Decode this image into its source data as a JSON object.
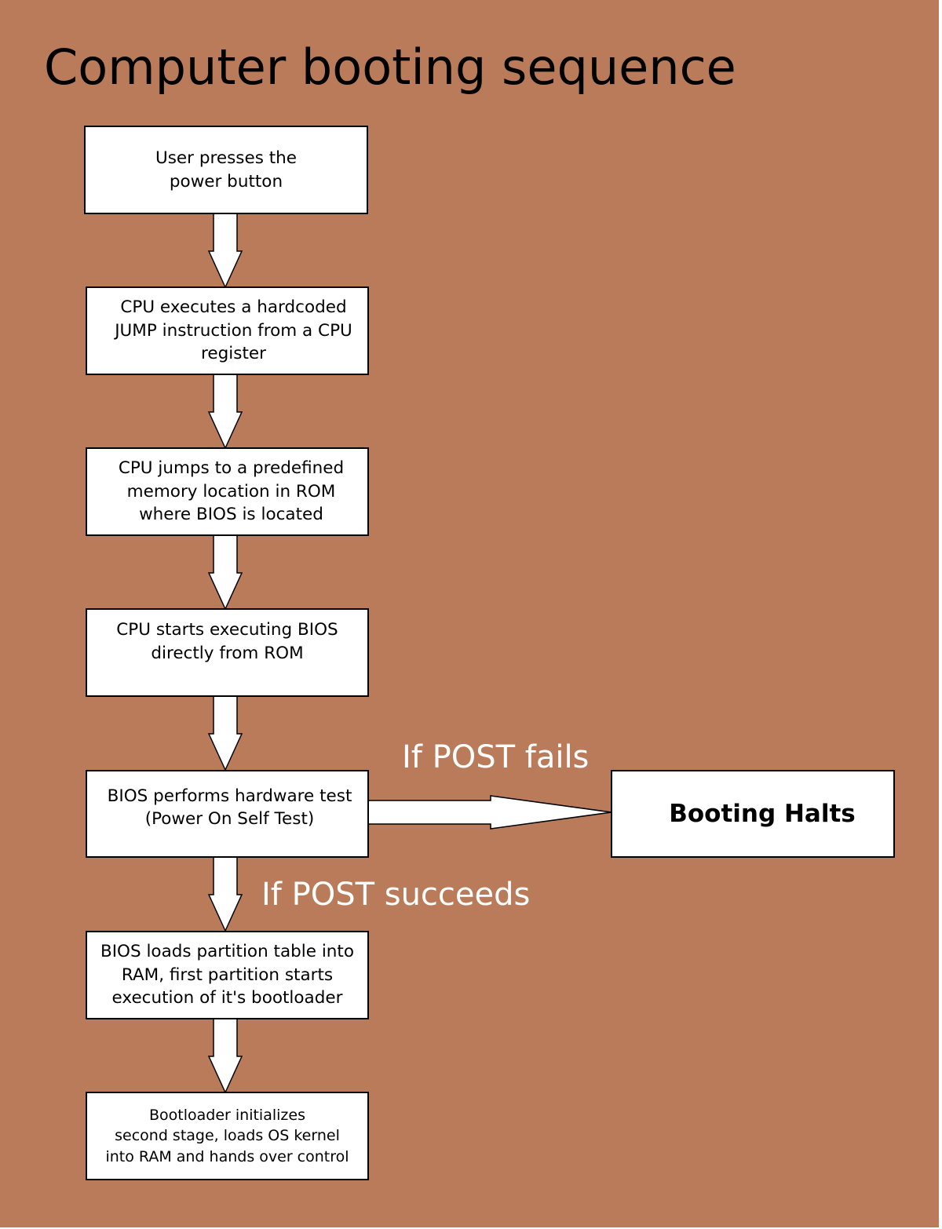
{
  "title": "Computer booting sequence",
  "steps": [
    "User presses the\npower button",
    "CPU executes a hardcoded\nJUMP instruction from a CPU\nregister",
    "CPU jumps to a predefined\nmemory location in ROM\nwhere BIOS is located",
    "CPU starts executing BIOS\ndirectly from ROM",
    "BIOS performs hardware test\n(Power On Self Test)",
    "BIOS loads partition table into\nRAM, first partition starts\nexecution of it's bootloader",
    "Bootloader initializes\nsecond stage, loads OS kernel\ninto RAM and hands over control"
  ],
  "halt_box": "Booting Halts",
  "labels": {
    "post_fails": "If POST fails",
    "post_succeeds": "If POST succeeds"
  },
  "colors": {
    "background": "#b97b5a",
    "box_fill": "#ffffff",
    "box_border": "#000000",
    "label_text": "#ffffff"
  }
}
